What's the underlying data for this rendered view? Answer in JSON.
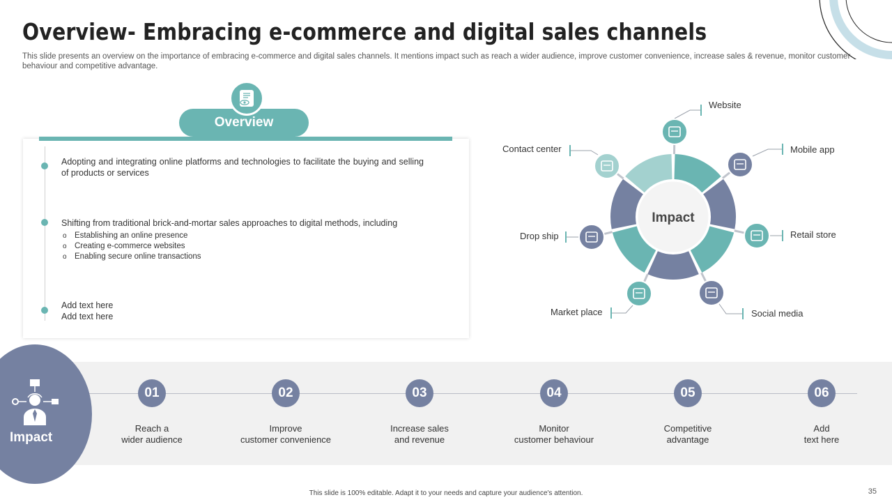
{
  "title": "Overview- Embracing e-commerce and digital sales channels",
  "subtitle": "This slide presents an overview on the importance of embracing e-commerce and digital sales channels. It mentions impact such as reach a wider audience, improve customer convenience, increase sales & revenue, monitor customer behaviour and competitive advantage.",
  "overview": {
    "heading": "Overview",
    "icon": "scroll-eye-icon",
    "points": [
      "Adopting and integrating online platforms and technologies to facilitate the buying and selling of products or services",
      "Shifting from traditional brick-and-mortar  sales approaches to digital methods, including",
      "Add text here\nAdd text here"
    ],
    "sub_points": [
      "Establishing an online presence",
      "Creating e-commerce websites",
      "Enabling secure online transactions"
    ]
  },
  "diagram": {
    "center": "Impact",
    "channels": [
      {
        "label": "Website",
        "icon": "globe-www-icon"
      },
      {
        "label": "Mobile app",
        "icon": "mobile-app-icon"
      },
      {
        "label": "Retail store",
        "icon": "storefront-icon"
      },
      {
        "label": "Social media",
        "icon": "social-network-icon"
      },
      {
        "label": "Market place",
        "icon": "online-market-icon"
      },
      {
        "label": "Drop ship",
        "icon": "shipping-boxes-icon"
      },
      {
        "label": "Contact center",
        "icon": "phone-support-icon"
      }
    ]
  },
  "impact_band": {
    "title": "Impact",
    "icon": "businessman-network-icon",
    "steps": [
      {
        "number": "01",
        "label": "Reach a\nwider audience"
      },
      {
        "number": "02",
        "label": "Improve\ncustomer convenience"
      },
      {
        "number": "03",
        "label": "Increase sales\nand revenue"
      },
      {
        "number": "04",
        "label": "Monitor\ncustomer behaviour"
      },
      {
        "number": "05",
        "label": "Competitive\nadvantage"
      },
      {
        "number": "06",
        "label": "Add\ntext here"
      }
    ]
  },
  "colors": {
    "teal": "#6ab5b2",
    "light_teal": "#a3d1cf",
    "slate": "#7581a1",
    "gray_band": "#f1f1f1"
  },
  "footer": "This slide is 100% editable. Adapt it to your needs and capture your audience's attention.",
  "page_number": "35"
}
